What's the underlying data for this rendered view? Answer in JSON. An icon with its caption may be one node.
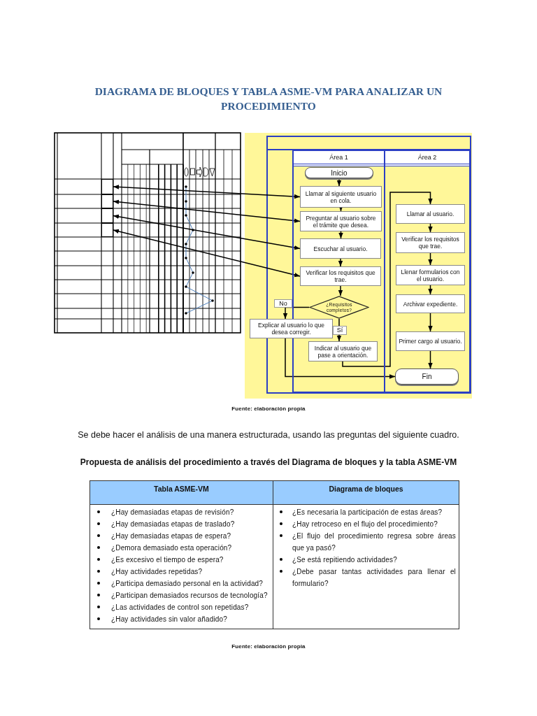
{
  "diagram": {
    "title": "DIAGRAMA DE BLOQUES Y TABLA ASME-VM PARA ANALIZAR UN PROCEDIMIENTO",
    "nodes": [
      {
        "text": [],
        "shape": "box"
      },
      {
        "text": [],
        "shape": "box"
      },
      {
        "text": [],
        "shape": "box"
      },
      {
        "text": [],
        "shape": "box"
      },
      {
        "text": [
          "Área 1"
        ]
      },
      {
        "text": [
          "Inicio"
        ],
        "in": 4
      },
      {
        "text": [
          "Llamar al siguiente usuario en cola."
        ],
        "in": 4
      },
      {
        "text": [
          "Preguntar al usuario sobre el trámite que desea."
        ],
        "in": 4
      },
      {
        "text": [
          "Escuchar al usuario."
        ],
        "in": 4
      },
      {
        "text": [
          "Verificar los requisitos que trae."
        ],
        "in": 4
      },
      {
        "text": [
          "¿Requisitos completos?"
        ],
        "in": 4
      },
      {
        "text": [
          "Explicar al usuario lo que desea corregir."
        ]
      },
      {
        "text": [
          "Indicar al usuario que pase a orientación."
        ],
        "in": 4
      },
      {
        "text": [
          "Área 2"
        ]
      },
      {
        "text": [
          "Llamar al usuario."
        ],
        "in": 13
      },
      {
        "text": [
          "Verificar los requisitos que trae."
        ],
        "in": 13
      },
      {
        "text": [
          "Llenar formularios con el usuario."
        ],
        "in": 13
      },
      {
        "text": [
          "Archivar expediente."
        ],
        "in": 13
      },
      {
        "text": [
          "Primer cargo al usuario."
        ],
        "in": 13
      },
      {
        "text": [
          "Fin"
        ],
        "in": 13
      }
    ],
    "edges": [
      {
        "from": 0,
        "to": 6,
        "arrow": "both"
      },
      {
        "from": 1,
        "to": 7,
        "arrow": "both"
      },
      {
        "from": 2,
        "to": 8,
        "arrow": "both"
      },
      {
        "from": 3,
        "to": 9,
        "arrow": "both"
      },
      {
        "from": 5,
        "to": 6,
        "arrow": "to"
      },
      {
        "from": 6,
        "to": 7,
        "arrow": "to"
      },
      {
        "from": 7,
        "to": 8,
        "arrow": "to"
      },
      {
        "from": 8,
        "to": 9,
        "arrow": "to"
      },
      {
        "from": 9,
        "to": 10,
        "arrow": "to"
      },
      {
        "from": 10,
        "to": 11,
        "arrow": "to",
        "label": "No"
      },
      {
        "from": 10,
        "to": 12,
        "arrow": "to",
        "label": "Sí"
      },
      {
        "from": 12,
        "to": 14,
        "arrow": "to"
      },
      {
        "from": 14,
        "to": 15,
        "arrow": "to"
      },
      {
        "from": 15,
        "to": 16,
        "arrow": "to"
      },
      {
        "from": 16,
        "to": 17,
        "arrow": "to"
      },
      {
        "from": 17,
        "to": 18,
        "arrow": "to"
      },
      {
        "from": 18,
        "to": 19,
        "arrow": "to"
      },
      {
        "from": 11,
        "to": 19,
        "arrow": "to"
      }
    ],
    "labels": [
      "Fuente: elaboración propia",
      "Se debe hacer el análisis de una manera estructurada, usando las preguntas del siguiente cuadro.",
      "Propuesta de análisis del procedimiento a través del Diagrama de bloques y la tabla ASME-VM",
      "Tabla ASME-VM",
      "Diagrama de bloques",
      "¿Hay demasiadas etapas de revisión?",
      "¿Hay demasiadas etapas de traslado?",
      "¿Hay demasiadas etapas de espera?",
      "¿Demora demasiado esta operación?",
      "¿Es excesivo el tiempo de espera?",
      "¿Hay actividades repetidas?",
      "¿Participa demasiado personal en la actividad?",
      "¿Participan demasiados recursos de tecnología?",
      "¿Las actividades de control son repetidas?",
      "¿Hay actividades sin valor añadido?",
      "¿Es necesaria la participación de estas áreas?",
      "¿Hay retroceso en el flujo del procedimiento?",
      "¿El flujo del procedimiento regresa sobre áreas que ya pasó?",
      "¿Se está repitiendo actividades?",
      "¿Debe pasar tantas actividades para llenar el formulario?",
      "Fuente: elaboración propia"
    ]
  }
}
